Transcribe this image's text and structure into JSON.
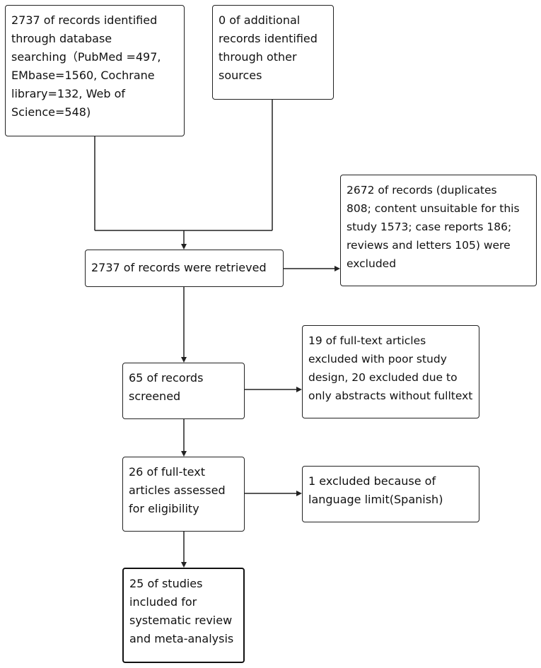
{
  "flowchart": {
    "boxes": {
      "database_search": "2737 of records identified\nthrough database\nsearching（PubMed =497,\nEMbase=1560, Cochrane\nlibrary=132, Web of\nScience=548)",
      "other_sources": "0 of additional\nrecords identified\nthrough other\nsources",
      "retrieved": "2737 of records were retrieved",
      "excluded_records": "2672 of records (duplicates\n808; content unsuitable for this\nstudy 1573; case reports 186;\nreviews and letters 105) were\nexcluded",
      "screened": "65 of records\nscreened",
      "excluded_fulltext": "19 of full-text articles\nexcluded with poor study\ndesign, 20 excluded due to\nonly abstracts without fulltext",
      "eligibility": "26 of full-text\narticles assessed\nfor eligibility",
      "excluded_language": "1 excluded because of\nlanguage limit(Spanish)",
      "included": "25 of studies\nincluded for\nsystematic review\nand meta-analysis"
    }
  }
}
